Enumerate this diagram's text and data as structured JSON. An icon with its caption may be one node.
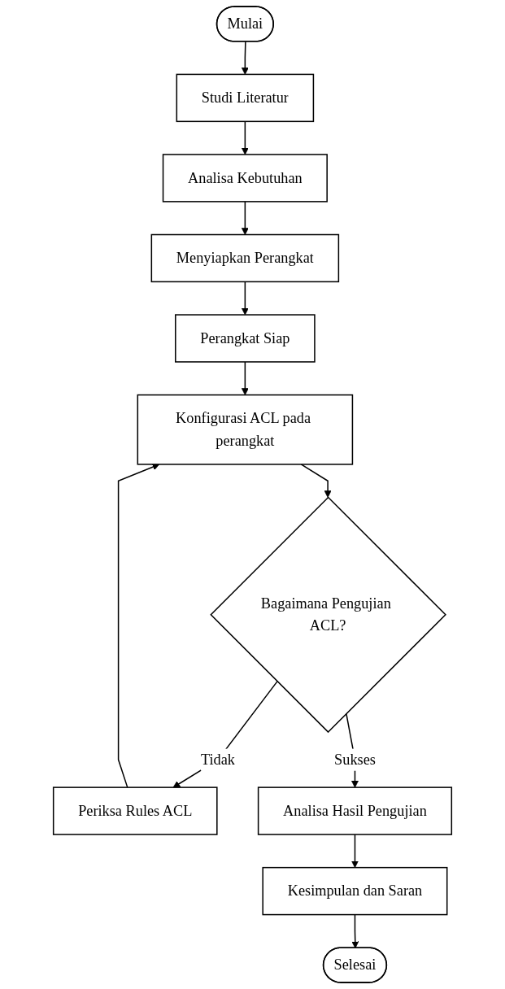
{
  "diagram": {
    "nodes": [
      {
        "text": [
          "Mulai"
        ]
      },
      {
        "text": [
          "Studi Literatur"
        ]
      },
      {
        "text": [
          "Analisa Kebutuhan"
        ]
      },
      {
        "text": [
          "Menyiapkan Perangkat"
        ]
      },
      {
        "text": [
          "Perangkat Siap"
        ]
      },
      {
        "text": [
          "Konfigurasi ACL pada perangkat"
        ]
      },
      {
        "text": [
          "Bagaimana Pengujian ACL?"
        ]
      },
      {
        "text": [
          "Periksa Rules ACL"
        ]
      },
      {
        "text": [
          "Analisa Hasil Pengujian"
        ]
      },
      {
        "text": [
          "Kesimpulan dan Saran"
        ]
      },
      {
        "text": [
          "Selesai"
        ]
      }
    ],
    "edges": [
      {
        "from": 0,
        "to": 1,
        "arrow": "to"
      },
      {
        "from": 1,
        "to": 2,
        "arrow": "to"
      },
      {
        "from": 2,
        "to": 3,
        "arrow": "to"
      },
      {
        "from": 3,
        "to": 4,
        "arrow": "to"
      },
      {
        "from": 4,
        "to": 5,
        "arrow": "to"
      },
      {
        "from": 5,
        "to": 6,
        "arrow": "to"
      },
      {
        "from": 6,
        "to": 7,
        "label": "Tidak",
        "arrow": "to"
      },
      {
        "from": 7,
        "to": 5,
        "arrow": "to"
      },
      {
        "from": 6,
        "to": 8,
        "label": "Sukses",
        "arrow": "to"
      },
      {
        "from": 8,
        "to": 9,
        "arrow": "to"
      },
      {
        "from": 9,
        "to": 10,
        "arrow": "to"
      }
    ]
  }
}
